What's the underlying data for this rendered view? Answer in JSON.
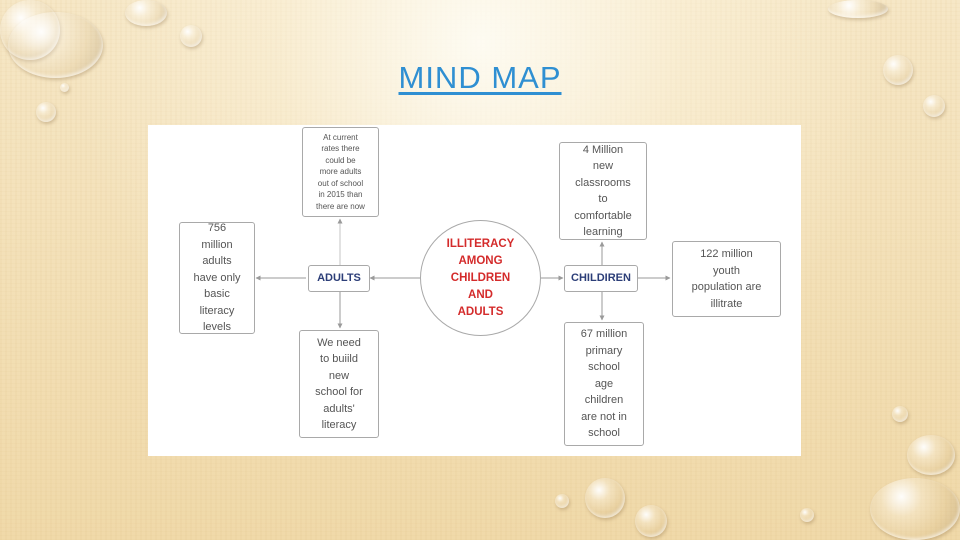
{
  "slide": {
    "title": "MIND MAP"
  },
  "diagram": {
    "center": "ILLITERACY\nAMONG\nCHILDREN\nAND\nADULTS",
    "adults": {
      "label": "ADULTS",
      "top": "At current\nrates there\ncould be\nmore adults\nout of school\nin 2015 than\nthere are now",
      "left": "756\nmillion\nadults\nhave only\nbasic\nliteracy\nlevels",
      "bottom": "We need\nto buiild\nnew\nschool for\nadults'\nliteracy"
    },
    "children": {
      "label": "CHILDIREN",
      "top": "4 Million\nnew\nclassrooms\nto\ncomfortable\nlearning",
      "right": "122 million\nyouth\npopulation are\nillitrate",
      "bottom": "67 million\nprimary\nschool\nage\nchildren\nare not in\nschool"
    }
  }
}
